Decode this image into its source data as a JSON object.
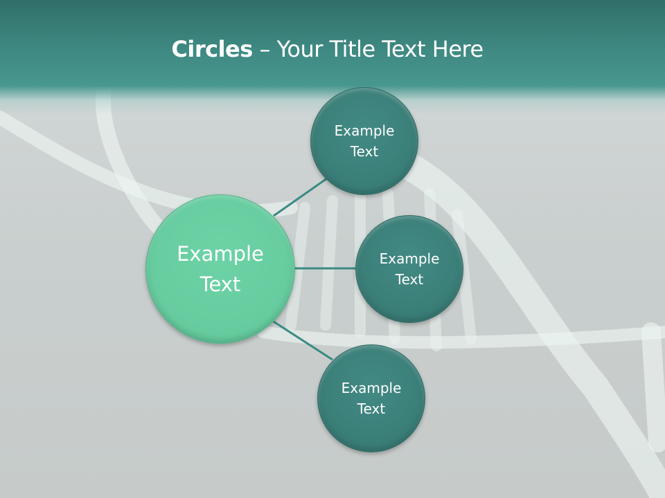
{
  "title": {
    "bold": "Circles",
    "rest": " – Your Title Text Here"
  },
  "diagram": {
    "center": {
      "line1": "Example",
      "line2": "Text"
    },
    "nodes": [
      {
        "line1": "Example",
        "line2": "Text"
      },
      {
        "line1": "Example",
        "line2": "Text"
      },
      {
        "line1": "Example",
        "line2": "Text"
      }
    ]
  },
  "colors": {
    "header": "#3f8a83",
    "center_circle": "#66cc9f",
    "node_circle": "#3a7d77",
    "connector": "#3a8a82"
  }
}
